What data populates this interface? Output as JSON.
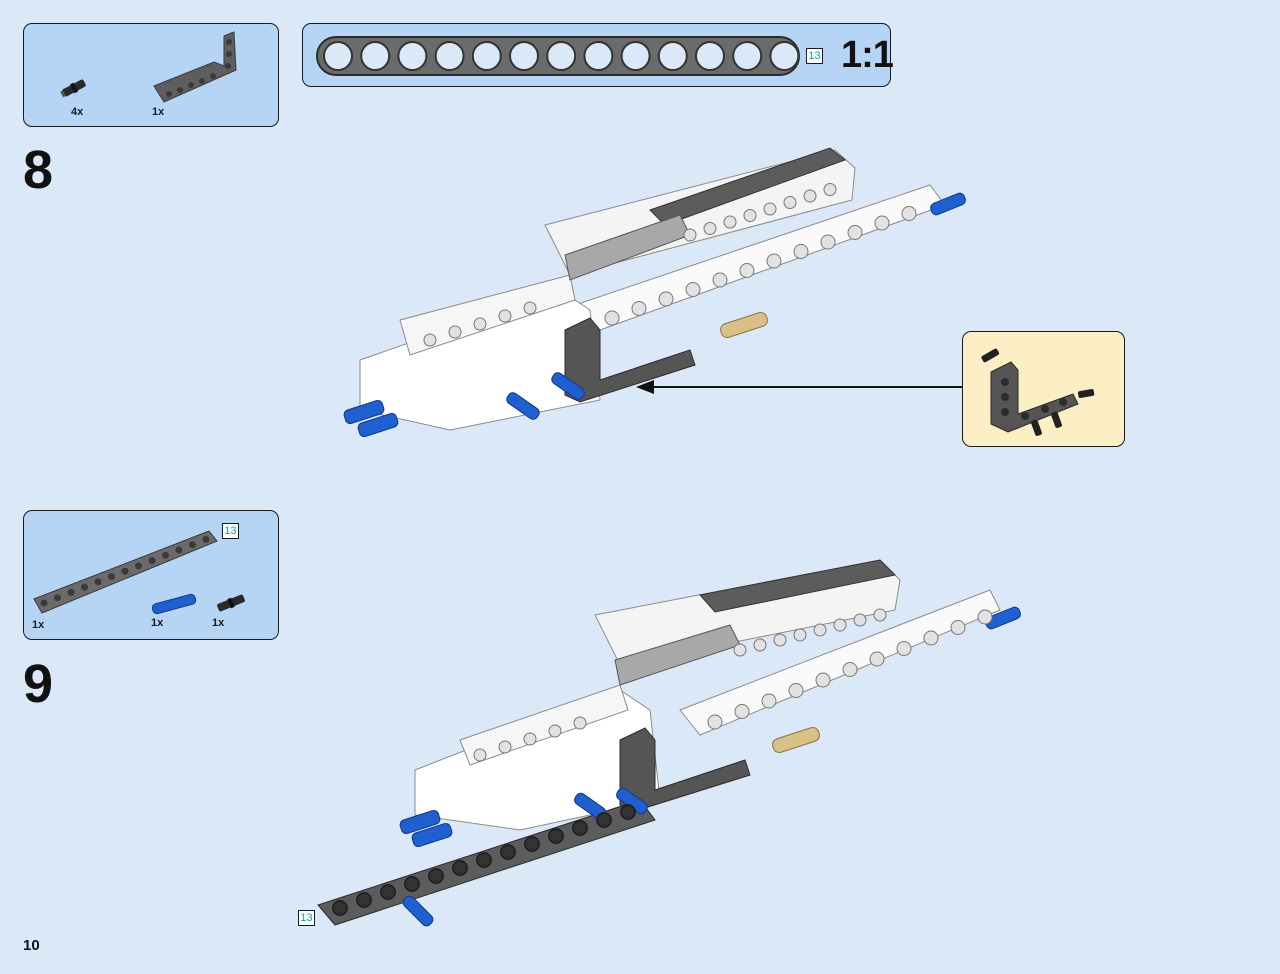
{
  "page": {
    "number": "10"
  },
  "scale_bar": {
    "length_label": "13",
    "scale": "1:1"
  },
  "steps": [
    {
      "number": "8",
      "parts": [
        {
          "qty": "4x",
          "name": "black-friction-pin"
        },
        {
          "qty": "1x",
          "name": "dark-grey-l-beam"
        }
      ]
    },
    {
      "number": "9",
      "parts": [
        {
          "qty": "1x",
          "name": "dark-grey-beam",
          "length_label": "13"
        },
        {
          "qty": "1x",
          "name": "blue-long-pin"
        },
        {
          "qty": "1x",
          "name": "black-friction-pin"
        }
      ],
      "beam_label": "13"
    }
  ],
  "colors": {
    "page_bg": "#dbe8f8",
    "parts_box": "#b6d4f3",
    "callout_bg": "#fcefc6",
    "dark_grey": "#5c5c5c",
    "light_grey": "#a8a8a8",
    "blue": "#1f5fd0",
    "tan": "#d8c089",
    "label_text": "#0aa7a7"
  }
}
